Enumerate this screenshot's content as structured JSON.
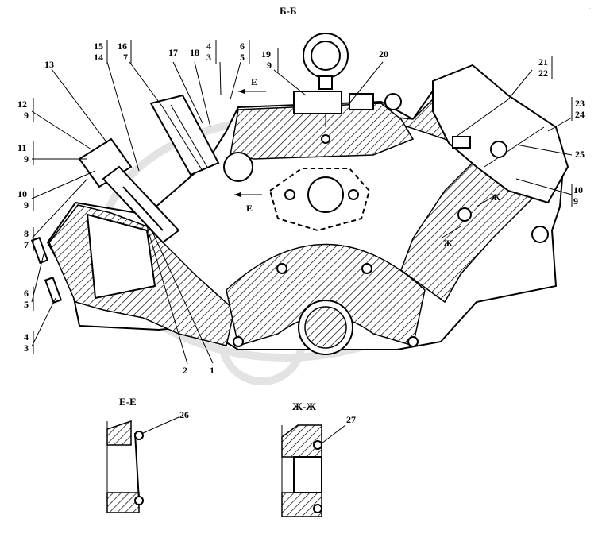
{
  "sections": {
    "main": "Б-Б",
    "e": "Е-Е",
    "zh": "Ж-Ж"
  },
  "markers": {
    "e_top": "Е",
    "e_bottom": "Е",
    "zh_top": "Ж",
    "zh_bottom": "Ж"
  },
  "callouts": {
    "c1": "1",
    "c2": "2",
    "c3a": "3",
    "c4a": "4",
    "c3b": "3",
    "c4b": "4",
    "c5a": "5",
    "c6a": "6",
    "c5b": "5",
    "c6b": "6",
    "c7a": "7",
    "c8": "8",
    "c7b": "7",
    "c9a": "9",
    "c9b": "9",
    "c9c": "9",
    "c9d": "9",
    "c9e": "9",
    "c10a": "10",
    "c10b": "10",
    "c11": "11",
    "c12": "12",
    "c13": "13",
    "c14": "14",
    "c15": "15",
    "c16": "16",
    "c17": "17",
    "c18": "18",
    "c19": "19",
    "c20": "20",
    "c21": "21",
    "c22": "22",
    "c23": "23",
    "c24": "24",
    "c25": "25",
    "c26": "26",
    "c27": "27"
  },
  "colors": {
    "ink": "#000000",
    "watermark": "#e3e3e3"
  }
}
